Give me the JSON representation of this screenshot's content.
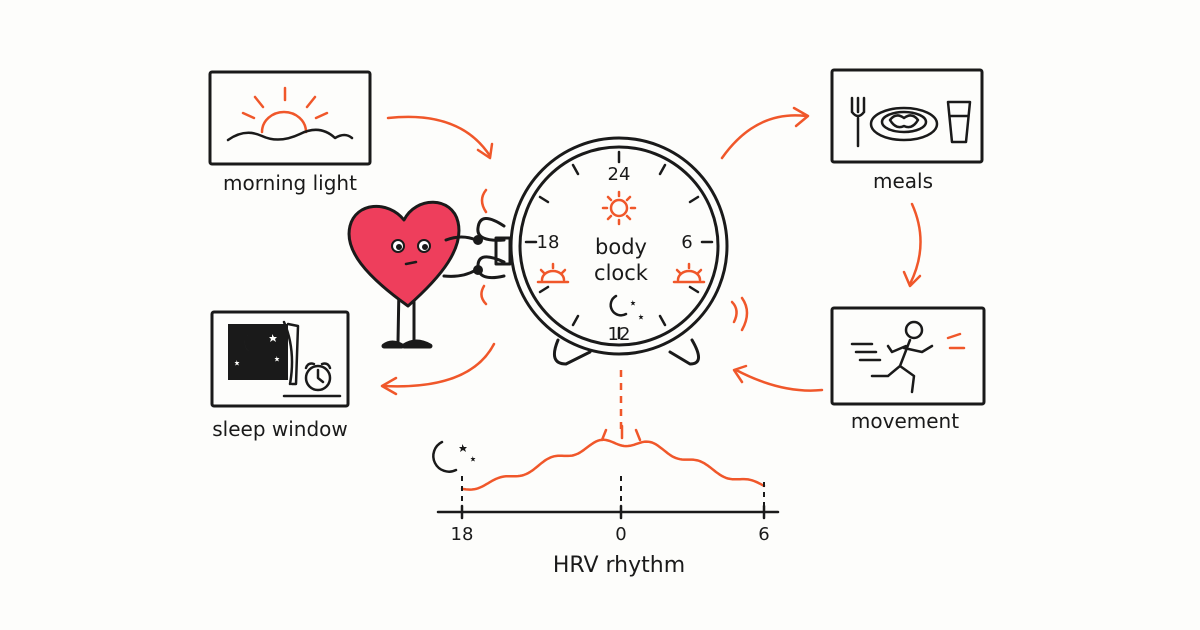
{
  "nodes": {
    "morning_light": "morning light",
    "meals": "meals",
    "sleep_window": "sleep window",
    "movement": "movement"
  },
  "clock": {
    "line1": "body",
    "line2": "clock",
    "top": "24",
    "left": "18",
    "right": "6",
    "bottom": "12"
  },
  "hrv": {
    "title": "HRV rhythm",
    "ticks": [
      "18",
      "0",
      "6"
    ]
  },
  "colors": {
    "accent": "#f0572a",
    "heart": "#ee3e5c",
    "ink": "#1a1a1a"
  },
  "icons": [
    "sunrise-icon",
    "fork-icon",
    "plate-icon",
    "glass-icon",
    "window-night-icon",
    "alarm-clock-icon",
    "runner-icon",
    "moon-stars-icon",
    "sun-icon",
    "heart-character"
  ]
}
